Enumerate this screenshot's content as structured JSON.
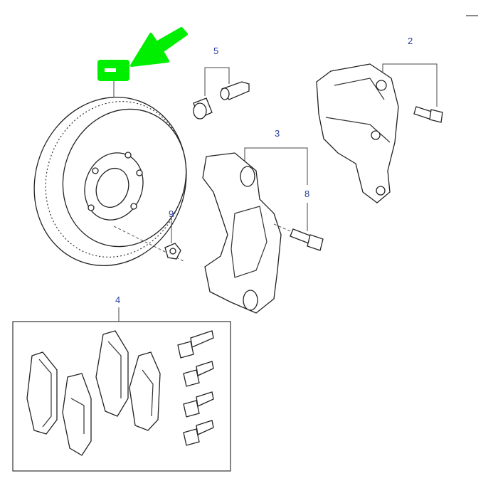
{
  "diagram": {
    "callouts": [
      {
        "id": "5",
        "label": "5"
      },
      {
        "id": "2",
        "label": "2"
      },
      {
        "id": "3",
        "label": "3"
      },
      {
        "id": "8",
        "label": "8"
      },
      {
        "id": "9",
        "label": "9"
      },
      {
        "id": "4",
        "label": "4"
      }
    ],
    "highlight": {
      "color": "#00ee00",
      "icon": "arrow-pointer-icon"
    }
  }
}
